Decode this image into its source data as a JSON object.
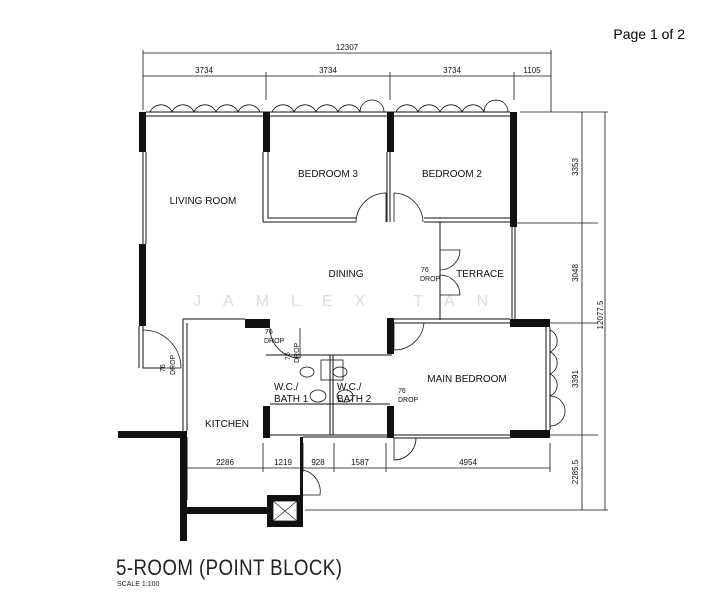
{
  "page_indicator": "Page 1 of 2",
  "plan": {
    "title": "5-ROOM (POINT BLOCK)",
    "scale": "SCALE   1:100",
    "watermark": "JAMLEX TAN",
    "rooms": {
      "living": "LIVING ROOM",
      "bedroom3": "BEDROOM 3",
      "bedroom2": "BEDROOM 2",
      "dining": "DINING",
      "terrace": "TERRACE",
      "main_bedroom": "MAIN BEDROOM",
      "kitchen": "KITCHEN",
      "bath1_a": "W.C./",
      "bath1_b": "BATH 1",
      "bath2_a": "W.C./",
      "bath2_b": "BATH 2"
    },
    "drop_num": "76",
    "drop_label": "DROP",
    "dims_top": {
      "total": "12307",
      "d1": "3734",
      "d2": "3734",
      "d3": "3734",
      "d4": "1105"
    },
    "dims_right": {
      "d1": "3353",
      "d2": "3048",
      "d3": "3391",
      "d4": "2285.5",
      "total": "12077.5"
    },
    "dims_bottom": {
      "d1": "2286",
      "d2": "1219",
      "d3": "928",
      "d4": "1587",
      "d5": "4954"
    }
  }
}
